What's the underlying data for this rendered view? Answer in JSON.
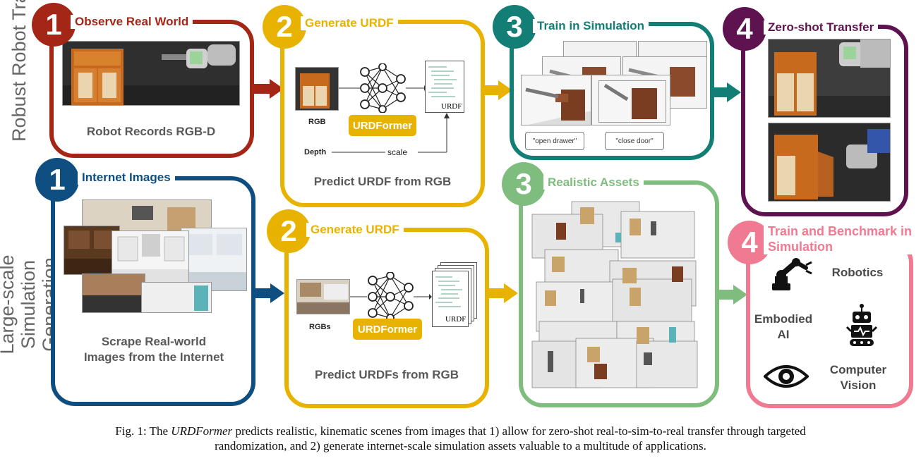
{
  "row_labels": {
    "top": "Robust Robot Training",
    "bottom": "Large-scale Simulation Generation"
  },
  "colors": {
    "red": "#a42617",
    "gold": "#e8b300",
    "teal": "#137e76",
    "purple": "#5e124f",
    "blue": "#0f4e80",
    "green": "#7fbd7f",
    "pink": "#ef7a92",
    "arrow_top": "#a42617"
  },
  "top": {
    "s1": {
      "num": "1",
      "title": "Observe Real World",
      "caption": "Robot Records RGB-D"
    },
    "s2": {
      "num": "2",
      "title": "Generate URDF",
      "rgb": "RGB",
      "depth": "Depth",
      "scale": "scale",
      "model": "URDFormer",
      "doc": "URDF",
      "caption": "Predict URDF from RGB"
    },
    "s3": {
      "num": "3",
      "title": "Train in Simulation",
      "cmd1": "\"open drawer\"",
      "cmd2": "\"close door\""
    },
    "s4": {
      "num": "4",
      "title": "Zero-shot Transfer"
    }
  },
  "bottom": {
    "s1": {
      "num": "1",
      "title": "Internet Images",
      "caption": "Scrape Real-world Images from the Internet"
    },
    "s2": {
      "num": "2",
      "title": "Generate URDF",
      "rgbs": "RGBs",
      "model": "URDFormer",
      "doc": "URDF",
      "caption": "Predict URDFs from RGB"
    },
    "s3": {
      "num": "3",
      "title": "Realistic Assets"
    },
    "s4": {
      "num": "4",
      "title": "Train and Benchmark in Simulation",
      "apps": [
        "Robotics",
        "Embodied AI",
        "Computer Vision"
      ],
      "icons": [
        "robot-arm-icon",
        "robot-icon",
        "eye-icon"
      ]
    }
  },
  "caption": {
    "prefix": "Fig. 1: The ",
    "name": "URDFormer",
    "line1_rest": " predicts realistic, kinematic scenes from images that 1) allow for zero-shot real-to-sim-to-real transfer through targeted",
    "line2": "randomization, and 2) generate internet-scale simulation assets valuable to a multitude of applications."
  }
}
